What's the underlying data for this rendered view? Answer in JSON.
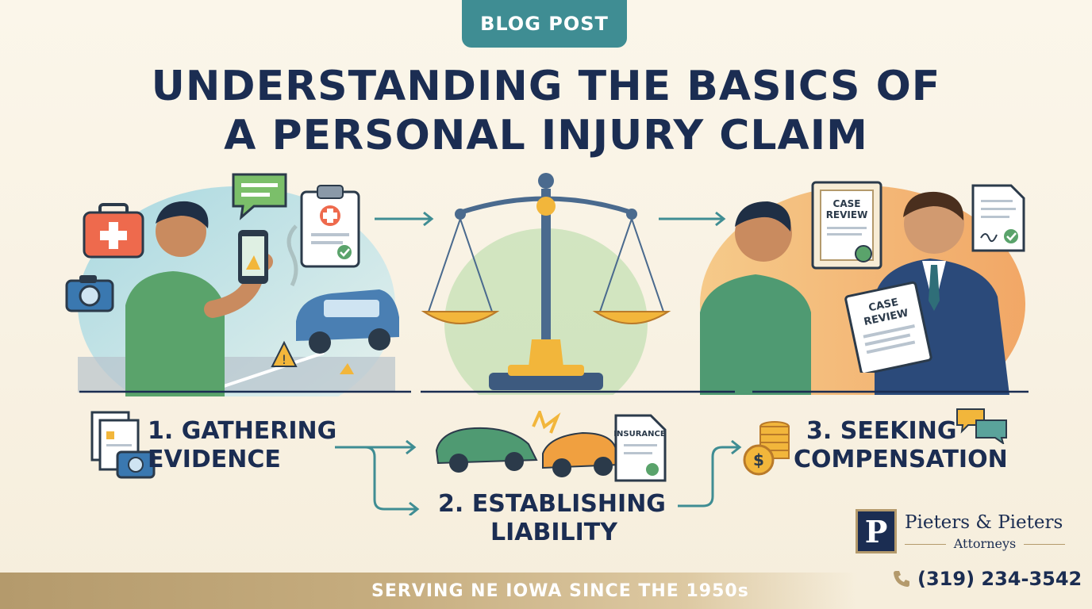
{
  "badge": {
    "label": "BLOG POST"
  },
  "title": {
    "line1": "UNDERSTANDING THE BASICS OF",
    "line2": "A PERSONAL INJURY CLAIM"
  },
  "scene1": {
    "icons": [
      "first-aid-kit-icon",
      "chat-bubble-icon",
      "medical-clipboard-icon",
      "camera-icon",
      "smartphone-icon",
      "warning-triangle-icon",
      "car-icon"
    ]
  },
  "scene2": {
    "icons": [
      "scales-of-justice-icon"
    ]
  },
  "scene3": {
    "doc_top_label1": "CASE",
    "doc_top_label2": "REVIEW",
    "doc_hand_label1": "CASE",
    "doc_hand_label2": "REVIEW",
    "icons": [
      "signed-document-icon",
      "checkmark-icon"
    ]
  },
  "steps": [
    {
      "line1": "1. GATHERING",
      "line2": "EVIDENCE",
      "icon": "documents-camera-icon"
    },
    {
      "line1": "2. ESTABLISHING",
      "line2": "LIABILITY",
      "icon": "car-collision-icon",
      "doc_label": "INSURANCE"
    },
    {
      "line1": "3. SEEKING",
      "line2": "COMPENSATION",
      "icon": "coins-dollar-icon"
    }
  ],
  "footer": {
    "tagline": "SERVING NE IOWA SINCE THE 1950s"
  },
  "firm": {
    "logo_letter": "P",
    "name": "Pieters & Pieters",
    "sub": "Attorneys",
    "phone": "(319) 234-3542"
  },
  "colors": {
    "navy": "#1b2d52",
    "teal": "#3f8d93",
    "gold": "#b49a6c",
    "green": "#5aa36b",
    "orange": "#f0a040"
  }
}
